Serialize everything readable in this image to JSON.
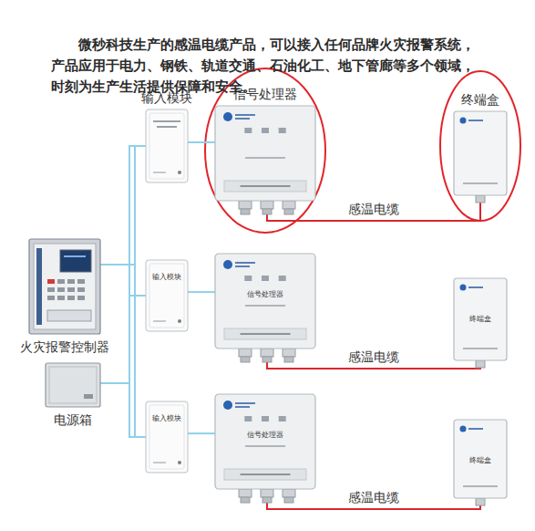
{
  "diagram": {
    "title": "微秒科技生产的感温电缆产品，可以接入任何品牌火灾报警系统，产品应用于电力、钢铁、轨道交通、石油化工、地下管廊等多个领域，时刻为生产生活提供保障和安全。",
    "nodes": [
      {
        "text": [
          "输入模块"
        ]
      },
      {
        "text": [
          "信号处理器"
        ]
      },
      {
        "text": [
          "终端盒"
        ]
      },
      {
        "text": [
          "火灾报警控制器"
        ]
      },
      {
        "text": [
          "输入模块"
        ]
      },
      {
        "text": [
          "信号处理器"
        ]
      },
      {
        "text": [
          "终端盒"
        ]
      },
      {
        "text": [
          "电源箱"
        ]
      },
      {
        "text": [
          "输入模块"
        ]
      },
      {
        "text": [
          "信号处理器"
        ]
      },
      {
        "text": [
          "终端盒"
        ]
      }
    ],
    "edges": [
      {
        "from": 0,
        "to": 1,
        "arrow": "none"
      },
      {
        "from": 1,
        "to": 2,
        "label": "感温电缆",
        "arrow": "none"
      },
      {
        "from": 3,
        "to": 0,
        "arrow": "none"
      },
      {
        "from": 3,
        "to": 4,
        "arrow": "none"
      },
      {
        "from": 3,
        "to": 8,
        "arrow": "none"
      },
      {
        "from": 4,
        "to": 5,
        "arrow": "none"
      },
      {
        "from": 5,
        "to": 6,
        "label": "感温电缆",
        "arrow": "none"
      },
      {
        "from": 7,
        "to": 0,
        "arrow": "none"
      },
      {
        "from": 7,
        "to": 4,
        "arrow": "none"
      },
      {
        "from": 7,
        "to": 8,
        "arrow": "none"
      },
      {
        "from": 8,
        "to": 9,
        "arrow": "none"
      },
      {
        "from": 9,
        "to": 10,
        "label": "感温电缆",
        "arrow": "none"
      }
    ]
  }
}
